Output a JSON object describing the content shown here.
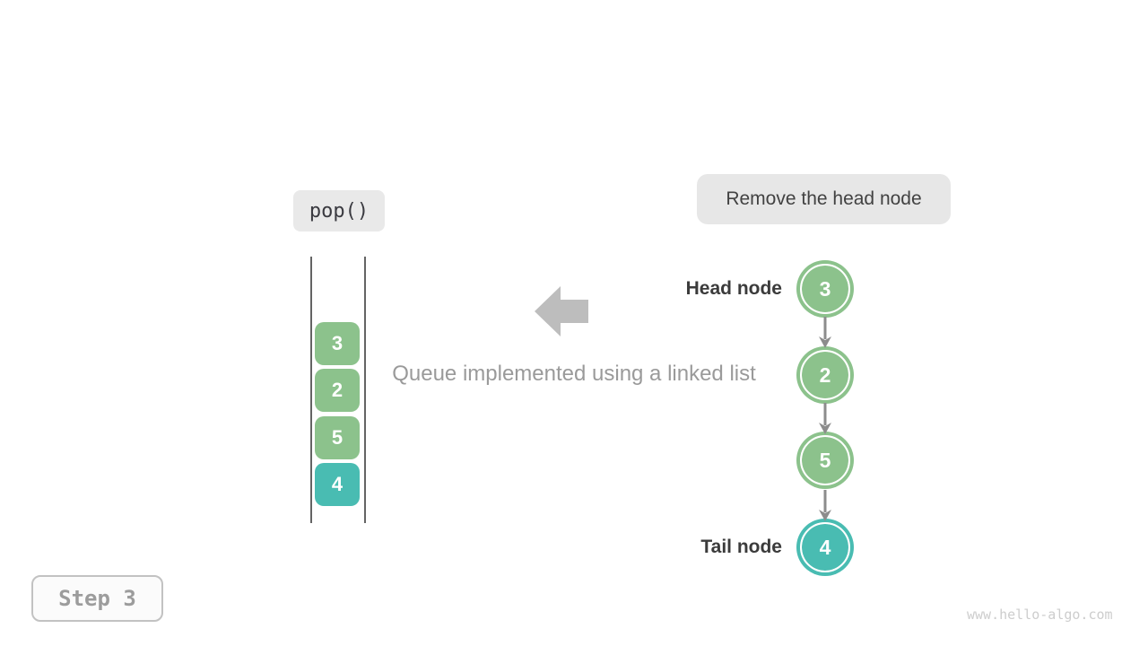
{
  "colors": {
    "node_green": "#8cc28c",
    "node_teal": "#49bcb2",
    "chip_gray": "#e8e8e8",
    "big_arrow_gray": "#bdbdbd",
    "link_arrow_gray": "#8c8c8c",
    "caption_gray": "#9a9a9a",
    "label_dark": "#3b3b3b",
    "step_text_gray": "#9c9c9c",
    "watermark_gray": "#cdcdcd"
  },
  "operation": {
    "label": "pop()"
  },
  "annotation": {
    "label": "Remove the head node"
  },
  "caption": {
    "text": "Queue implemented using a linked list"
  },
  "queue_stack": {
    "items": [
      {
        "value": "3",
        "color": "#8cc28c"
      },
      {
        "value": "2",
        "color": "#8cc28c"
      },
      {
        "value": "5",
        "color": "#8cc28c"
      },
      {
        "value": "4",
        "color": "#49bcb2"
      }
    ]
  },
  "linked_list": {
    "head_label": "Head node",
    "tail_label": "Tail node",
    "nodes": [
      {
        "value": "3",
        "color": "#8cc28c",
        "role": "head"
      },
      {
        "value": "2",
        "color": "#8cc28c",
        "role": ""
      },
      {
        "value": "5",
        "color": "#8cc28c",
        "role": ""
      },
      {
        "value": "4",
        "color": "#49bcb2",
        "role": "tail"
      }
    ]
  },
  "step": {
    "label": "Step 3"
  },
  "watermark": {
    "text": "www.hello-algo.com"
  }
}
